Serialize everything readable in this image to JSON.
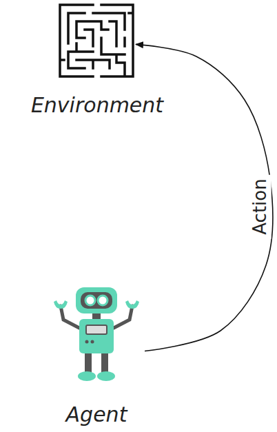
{
  "diagram": {
    "nodes": [
      {
        "text": [
          "Environment"
        ]
      },
      {
        "text": [
          "Agent"
        ]
      }
    ],
    "edges": [
      {
        "from": 1,
        "to": 0,
        "arrow": "to",
        "label": "Action"
      }
    ]
  }
}
